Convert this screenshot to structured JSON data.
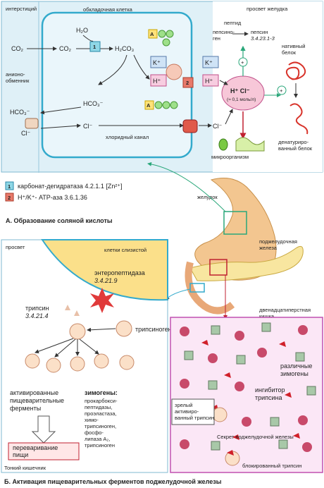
{
  "panel_a": {
    "interstitium": "интерстиций",
    "parietal_cell": "обкладочная клетка",
    "lumen": "просвет желудка",
    "co2": "CO₂",
    "h2o": "H₂O",
    "h2co3": "H₂CO₃",
    "hco3": "HCO₃⁻",
    "cl_minus": "Cl⁻",
    "k_plus": "K⁺",
    "h_plus": "H⁺",
    "hcl": "H⁺ Cl⁻",
    "hcl_conc": "(≈ 0,1 моль/л)",
    "atp_letter": "A",
    "plus_sign": "+",
    "enzyme_num_1": "1",
    "enzyme_num_2": "2",
    "anion_exchanger": "анионо-",
    "anion_exchanger_2": "обменник",
    "chloride_channel": "хлоридный канал",
    "pepsinogen": "пепсино-",
    "pepsinogen_2": "ген",
    "peptide": "пептид",
    "pepsin": "пепсин",
    "pepsin_ec": "3.4.23.1-3",
    "native_protein": "нативный",
    "native_protein_2": "белок",
    "denatured_protein": "денатуриро-",
    "denatured_protein_2": "ванный белок",
    "microorganism": "микроорганизм",
    "enzyme_1": "карбонат-дегидратаза 4.2.1.1 [Zn²⁺]",
    "enzyme_2": "H⁺/K⁺- АТР-аза 3.6.1.36",
    "title": "А. Образование соляной кислоты"
  },
  "organs": {
    "stomach": "желудок",
    "pancreas": "поджелудочная",
    "pancreas_2": "железа",
    "duodenum": "двенадцатиперстная",
    "duodenum_2": "кишка"
  },
  "panel_b": {
    "lumen": "просвет",
    "mucosa_cells": "клетки слизистой",
    "enteropeptidase": "энтеропептидаза",
    "enteropeptidase_ec": "3.4.21.9",
    "trypsin": "трипсин",
    "trypsin_ec": "3.4.21.4",
    "trypsinogen": "трипсиноген",
    "activated": "активированные",
    "activated_2": "пищеварительные",
    "activated_3": "ферменты",
    "zymogens_heading": "зимогены:",
    "zymogen_lines": [
      "прокарбокси-",
      "пептидазы,",
      "проэластаза,",
      "химо-",
      "трипсиноген,",
      "фосфо-",
      "липаза A₂,",
      "трипсиноген"
    ],
    "digestion": "переваривание",
    "digestion_2": "пищи",
    "small_intestine": "Тонкий кишечник",
    "various_zymogens": "различные",
    "various_zymogens_2": "зимогены",
    "inhibitor": "ингибитор",
    "inhibitor_2": "трипсина",
    "mature_trypsin": "зрелый",
    "mature_trypsin_2": "активиро-",
    "mature_trypsin_3": "ванный трипсин",
    "pancreatic_secretion": "Секрет поджелудочной железы",
    "blocked_trypsin": "блокированный трипсин",
    "title": "Б. Активация пищеварительных ферментов поджелудочной железы"
  }
}
